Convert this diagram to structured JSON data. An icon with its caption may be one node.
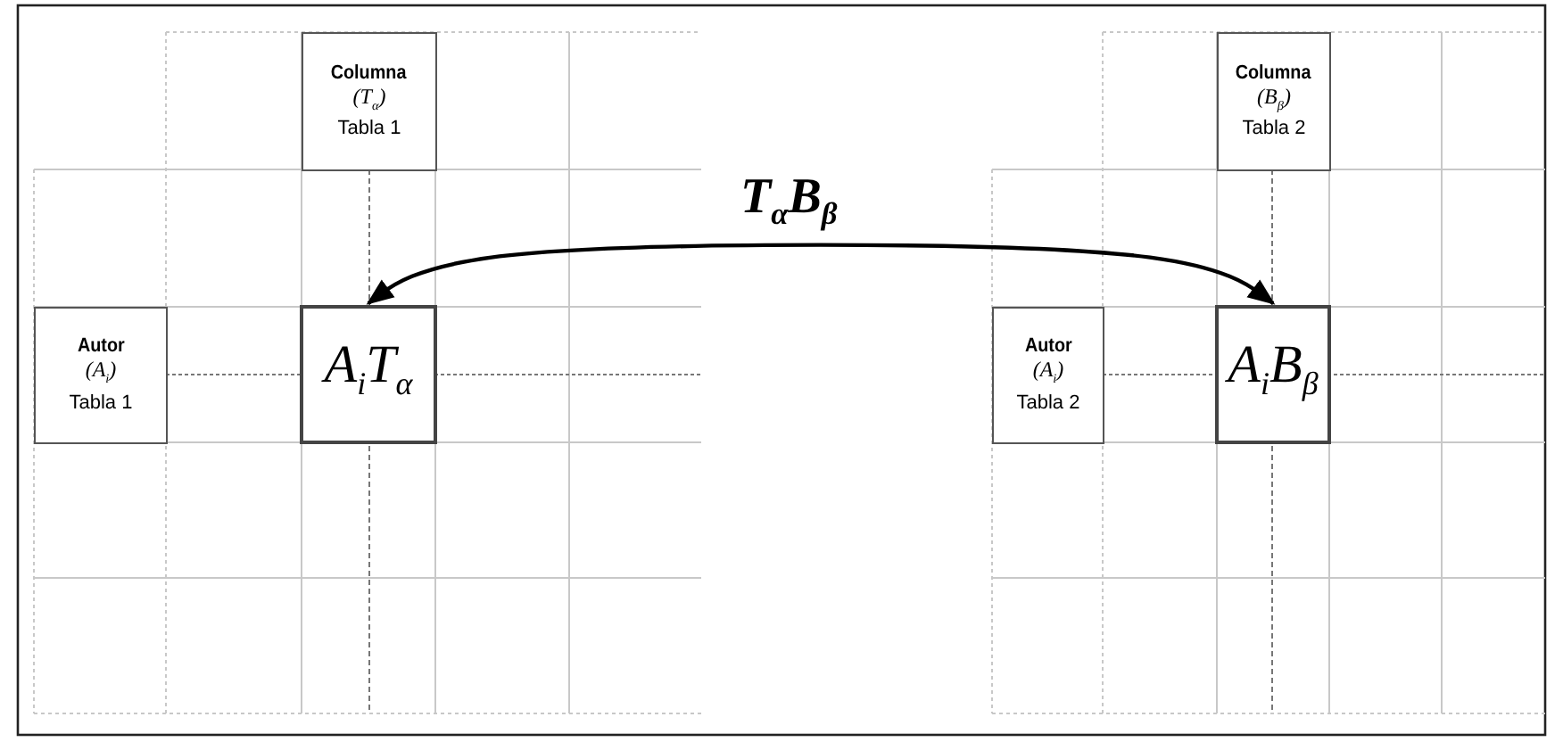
{
  "diagram": {
    "nodes": [
      {
        "text": [
          "Columna",
          "(T$_{α}$)",
          "Tabla 1"
        ]
      },
      {
        "text": [
          "Autor",
          "(A$_{i}$)",
          "Tabla 1"
        ]
      },
      {
        "text": [
          "A$_{i}$T$_{α}$"
        ]
      },
      {
        "text": [
          "Columna",
          "(B$_{β}$)",
          "Tabla 2"
        ]
      },
      {
        "text": [
          "Autor",
          "(A$_{i}$)",
          "Tabla 2"
        ]
      },
      {
        "text": [
          "A$_{i}$B$_{β}$"
        ]
      }
    ],
    "edges": [
      {
        "from": 2,
        "to": 5,
        "arrow": "both",
        "label": "T$_{α}$B$_{β}$"
      }
    ]
  }
}
